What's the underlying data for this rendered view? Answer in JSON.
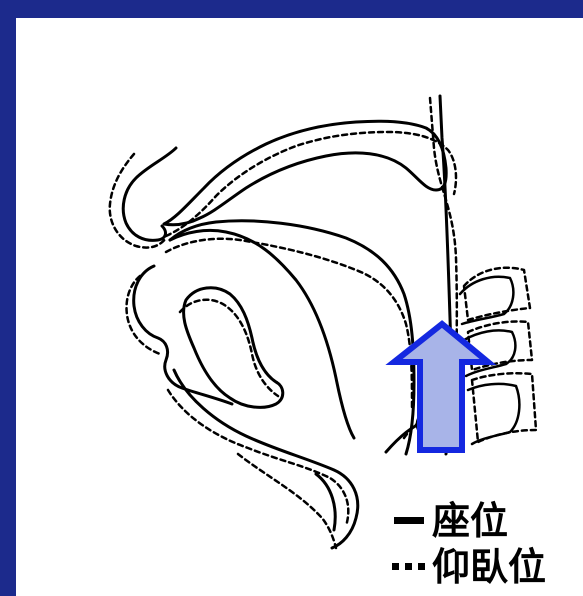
{
  "colors": {
    "border": "#1c2a8c",
    "background": "#ffffff",
    "line": "#000000",
    "arrow_stroke": "#1428e0",
    "arrow_fill": "#a8b4e8"
  },
  "legend": {
    "items": [
      {
        "style": "solid",
        "label": "座位"
      },
      {
        "style": "dotted",
        "label": "仰臥位"
      }
    ]
  },
  "icons": {
    "arrow": "up-arrow-icon"
  }
}
